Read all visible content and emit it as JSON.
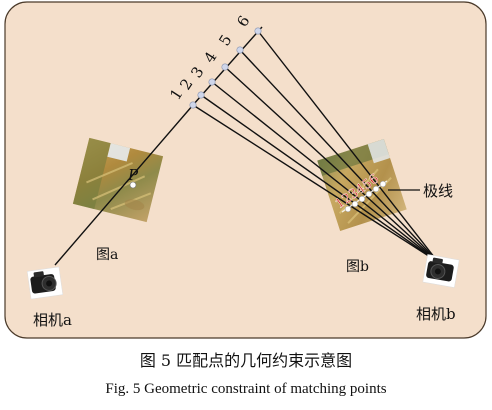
{
  "figure": {
    "caption_cn": "图 5   匹配点的几何约束示意图",
    "caption_en": "Fig. 5   Geometric constraint of matching points"
  },
  "labels": {
    "image_a": "图a",
    "image_b": "图b",
    "camera_a": "相机a",
    "camera_b": "相机b",
    "epipolar_line": "极线",
    "point_p": "P",
    "point_numbers": [
      "1",
      "2",
      "3",
      "4",
      "5",
      "6"
    ],
    "projected_numbers": "123456"
  },
  "colors": {
    "panel_bg": "#f4dfcb",
    "panel_border": "#4a3a2a",
    "line": "#111111",
    "point": "#cfd6ea",
    "projection_text": "#d41a1a"
  },
  "icons": [
    "camera-icon",
    "camera-icon"
  ]
}
